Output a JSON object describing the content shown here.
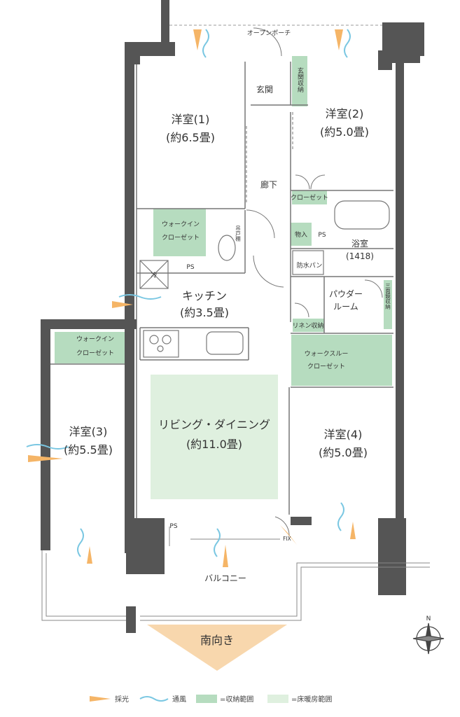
{
  "colors": {
    "wall": "#555555",
    "storage": "#b6dcbf",
    "heated": "#dff0df",
    "light_arrow": "#f5b567",
    "wind": "#7ac7e2",
    "line": "#777777"
  },
  "rooms": {
    "porch": "オープンポーチ",
    "entrance": "玄関",
    "entrance_storage": "玄関収納",
    "room1_name": "洋室(1)",
    "room1_size": "(約6.5畳)",
    "room2_name": "洋室(2)",
    "room2_size": "(約5.0畳)",
    "hallway": "廊下",
    "closet": "クローゼット",
    "wic_upper_1": "ウォークイン",
    "wic_upper_2": "クローゼット",
    "storage_small": "物入",
    "ps_upper": "PS",
    "ps_kitchen": "PS",
    "ps_lower": "PS",
    "fridge": "冷",
    "hanging_cabinet": "吊戸棚",
    "bath_name": "浴室",
    "bath_size": "(1418)",
    "washer_pan": "防水パン",
    "powder_1": "パウダー",
    "powder_2": "ルーム",
    "linen_storage": "リネン収納",
    "kitchen_name": "キッチン",
    "kitchen_size": "(約3.5畳)",
    "three_side_mirror": "三面鏡収納",
    "wtc_1": "ウォークスルー",
    "wtc_2": "クローゼット",
    "wic_lower_1": "ウォークイン",
    "wic_lower_2": "クローゼット",
    "room3_name": "洋室(3)",
    "room3_size": "(約5.5畳)",
    "living_name": "リビング・ダイニング",
    "living_size": "(約11.0畳)",
    "room4_name": "洋室(4)",
    "room4_size": "(約5.0畳)",
    "fix": "FIX",
    "balcony": "バルコニー"
  },
  "orientation": {
    "south_label": "南向き",
    "north_letter": "N"
  },
  "legend": {
    "light": "採光",
    "wind": "通風",
    "storage": "=収納範囲",
    "heating": "=床暖房範囲"
  }
}
